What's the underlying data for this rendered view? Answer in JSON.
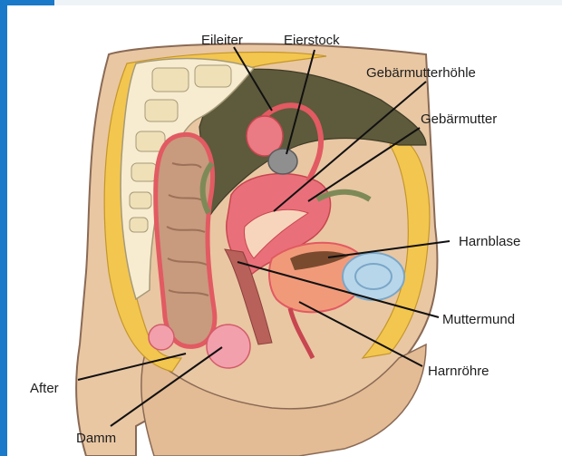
{
  "labels": {
    "eileiter": "Eileiter",
    "eierstock": "Eierstock",
    "gebaermutterhoehle": "Gebärmutterhöhle",
    "gebaermutter": "Gebärmutter",
    "harnblase": "Harnblase",
    "muttermund": "Muttermund",
    "harnroehre": "Harnröhre",
    "after": "After",
    "damm": "Damm"
  },
  "colors": {
    "frame": "#1a79c8",
    "skin": "#e9c7a3",
    "fat": "#f3c64f",
    "bone": "#f7ecd0",
    "cavity": "#5e5a3c",
    "rectum": "#c89a7e",
    "uterus": "#e9707a",
    "bladder": "#f19a7a",
    "pubic_bone": "#b8d6ea",
    "leader": "#111111"
  }
}
